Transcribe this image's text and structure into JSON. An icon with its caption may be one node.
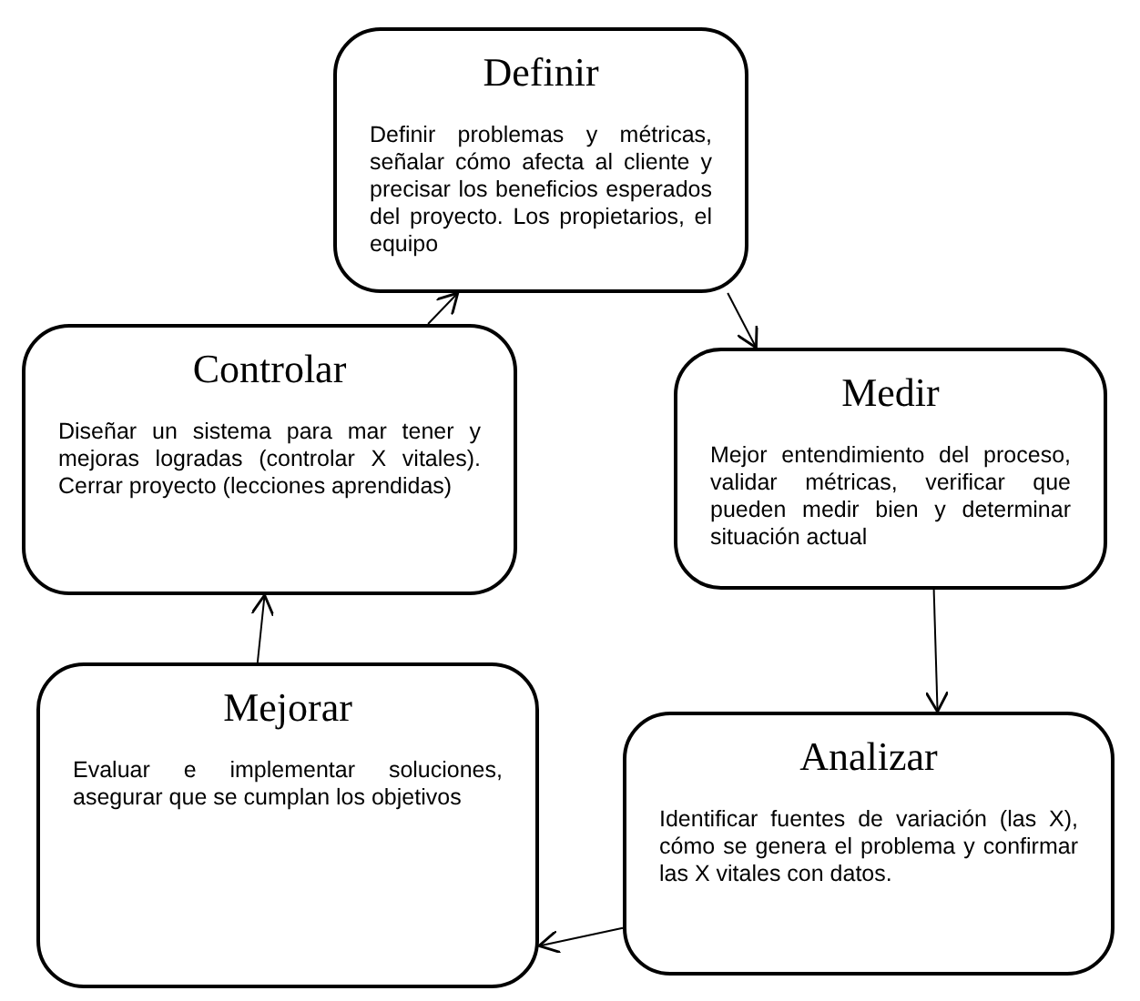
{
  "diagram": {
    "nodes": [
      {
        "text": [
          "Definir",
          "Definir problemas y métricas, señalar cómo afecta al cliente y precisar los beneficios esperados del proyecto. Los propietarios, el equipo"
        ]
      },
      {
        "text": [
          "Medir",
          "Mejor entendimiento del proceso, validar métricas, verificar que pueden medir bien y determinar situación actual"
        ]
      },
      {
        "text": [
          "Analizar",
          "Identificar fuentes de variación (las X), cómo se genera el problema y confirmar las X vitales con datos."
        ]
      },
      {
        "text": [
          "Mejorar",
          "Evaluar e implementar soluciones, asegurar que se cumplan los objetivos"
        ]
      },
      {
        "text": [
          "Controlar",
          "Diseñar un sistema para mar tener y mejoras logradas (controlar X vitales). Cerrar proyecto (lecciones aprendidas)"
        ]
      }
    ],
    "edges": [
      {
        "from": 0,
        "to": 1,
        "arrow": "to"
      },
      {
        "from": 1,
        "to": 2,
        "arrow": "to"
      },
      {
        "from": 2,
        "to": 3,
        "arrow": "to"
      },
      {
        "from": 3,
        "to": 4,
        "arrow": "to"
      },
      {
        "from": 4,
        "to": 0,
        "arrow": "to"
      }
    ]
  }
}
